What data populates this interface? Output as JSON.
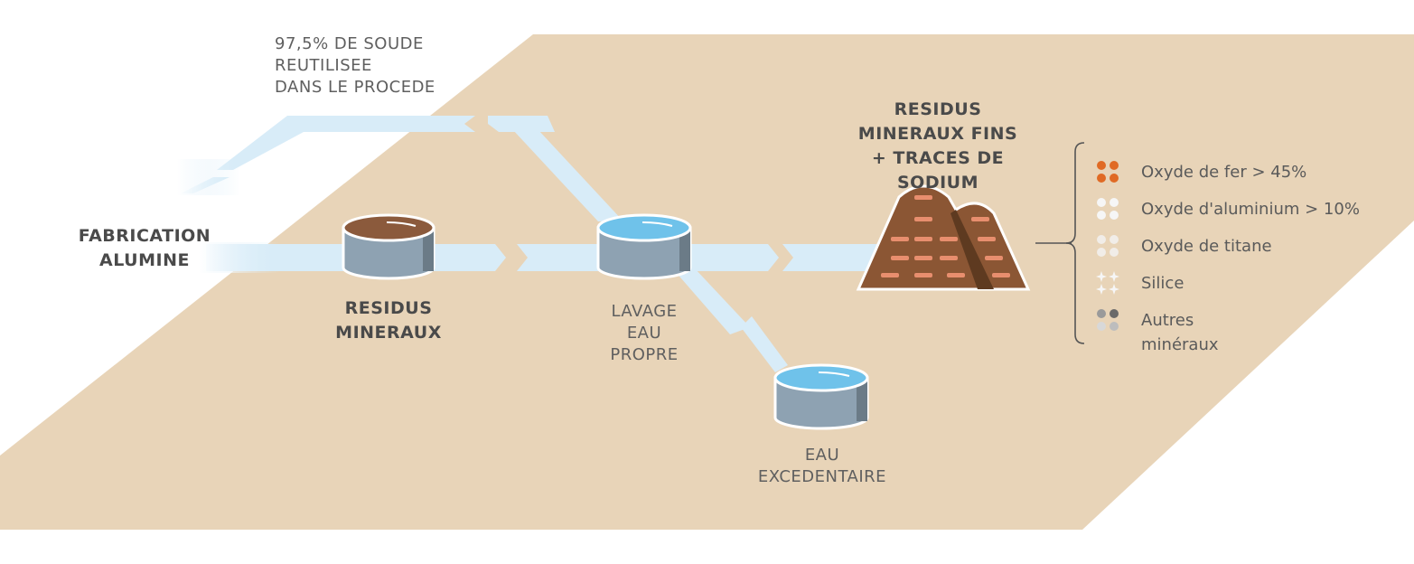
{
  "labels": {
    "soude": "97,5% DE SOUDE\nREUTILISEE\nDANS LE PROCEDE",
    "fabrication": "FABRICATION\nALUMINE",
    "residus": "RESIDUS\nMINERAUX",
    "lavage": "LAVAGE\nEAU\nPROPRE",
    "eau_excedentaire": "EAU\nEXCEDENTAIRE",
    "residus_fins": "RESIDUS\nMINERAUX FINS\n+ TRACES DE SODIUM"
  },
  "legend": {
    "items": [
      {
        "label": "Oxyde de fer > 45%",
        "icon": "iron-oxide-dots-icon"
      },
      {
        "label": "Oxyde d'aluminium > 10%",
        "icon": "aluminium-oxide-dots-icon"
      },
      {
        "label": "Oxyde de titane",
        "icon": "titanium-oxide-dots-icon"
      },
      {
        "label": "Silice",
        "icon": "silica-stars-icon"
      },
      {
        "label": "Autres\nminéraux",
        "icon": "other-minerals-dots-icon"
      }
    ]
  },
  "colors": {
    "ground": "#e8d4b8",
    "flow": "#d8ecf8",
    "tank_body": "#8ea2b2",
    "tank_side": "#6b7b87",
    "tank_top_brown": "#8b5a3c",
    "tank_top_water": "#6fc2ea",
    "mound": "#8b5634",
    "mound_shadow": "#5e3a20",
    "mound_stripe": "#e88e6e",
    "iron_orange": "#e06a24"
  }
}
